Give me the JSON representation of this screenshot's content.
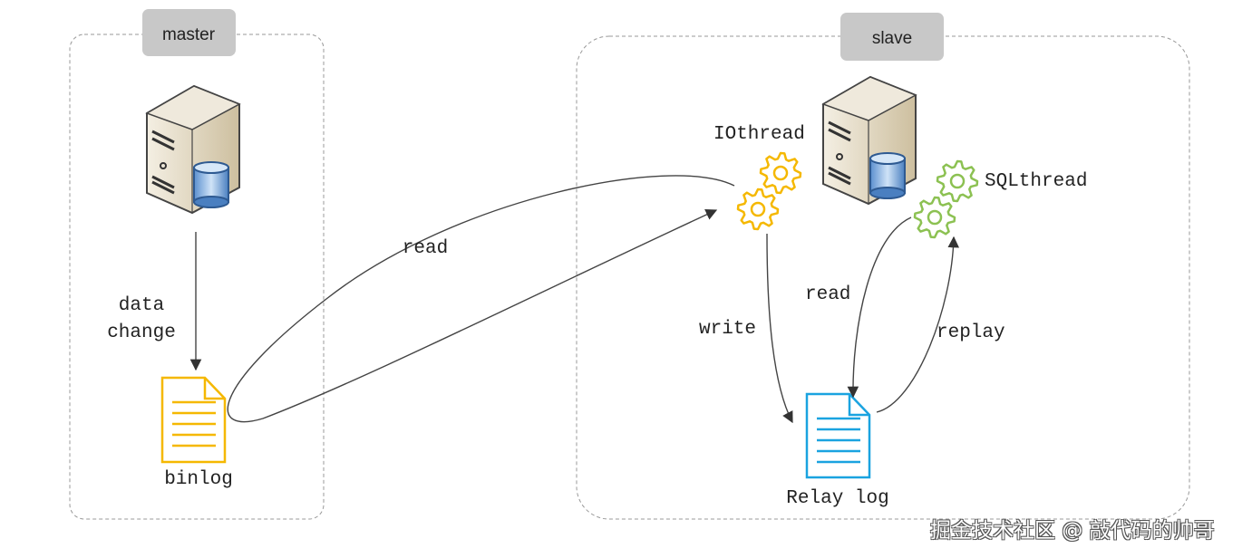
{
  "master": {
    "title": "master",
    "data_change": [
      "data",
      "change"
    ],
    "binlog": "binlog"
  },
  "slave": {
    "title": "slave",
    "io_thread": "IOthread",
    "sql_thread": "SQLthread",
    "relay_log": "Relay log"
  },
  "edges": {
    "read_binlog": "read",
    "write": "write",
    "read_relay": "read",
    "replay": "replay"
  },
  "colors": {
    "binlog": "#f5b800",
    "relay_log": "#1aa3e0",
    "io_gears": "#f5b800",
    "sql_gears": "#8cc152",
    "tag_bg": "#c8c8c8",
    "frame": "#999999"
  },
  "watermark": "掘金技术社区 @ 敲代码的帅哥"
}
